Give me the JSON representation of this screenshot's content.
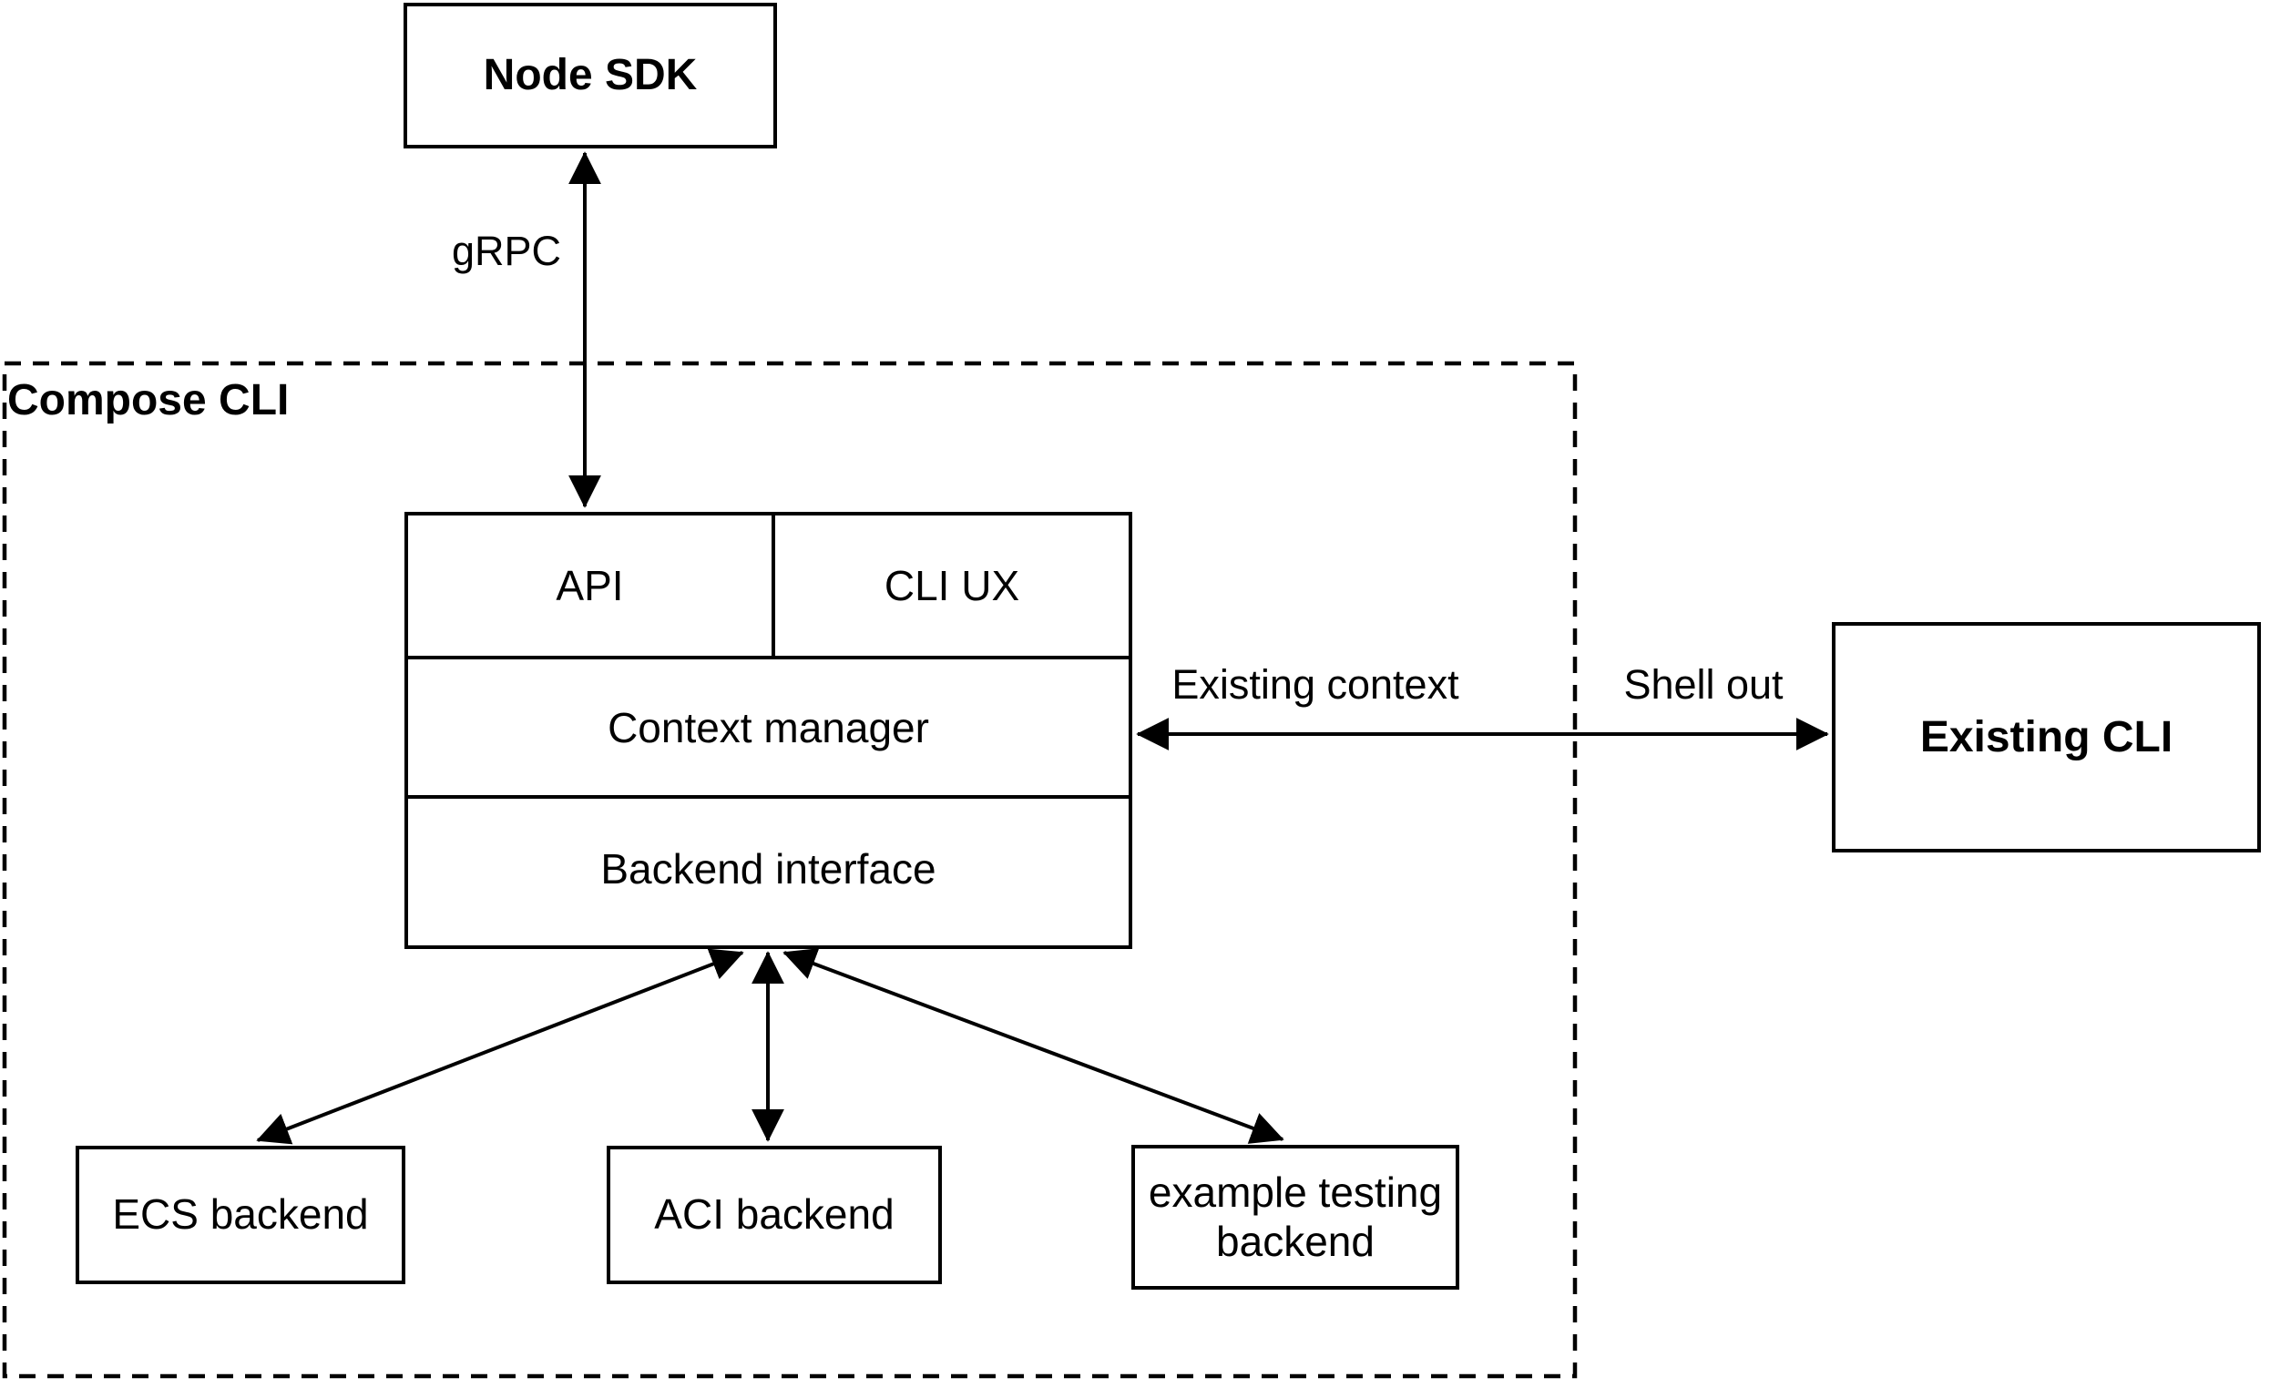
{
  "canvas": {
    "background": "#ffffff",
    "stroke_color": "#000000",
    "text_color": "#000000"
  },
  "container": {
    "label": "Compose CLI"
  },
  "nodes": {
    "node_sdk": {
      "label": "Node SDK"
    },
    "api": {
      "label": "API"
    },
    "cli_ux": {
      "label": "CLI UX"
    },
    "context_manager": {
      "label": "Context manager"
    },
    "backend_interface": {
      "label": "Backend interface"
    },
    "existing_cli": {
      "label": "Existing CLI"
    },
    "ecs_backend": {
      "label": "ECS backend"
    },
    "aci_backend": {
      "label": "ACI backend"
    },
    "example_testing_backend": {
      "label": "example testing backend"
    }
  },
  "edges": {
    "grpc": {
      "label": "gRPC"
    },
    "existing_context": {
      "label": "Existing context"
    },
    "shell_out": {
      "label": "Shell out"
    }
  }
}
